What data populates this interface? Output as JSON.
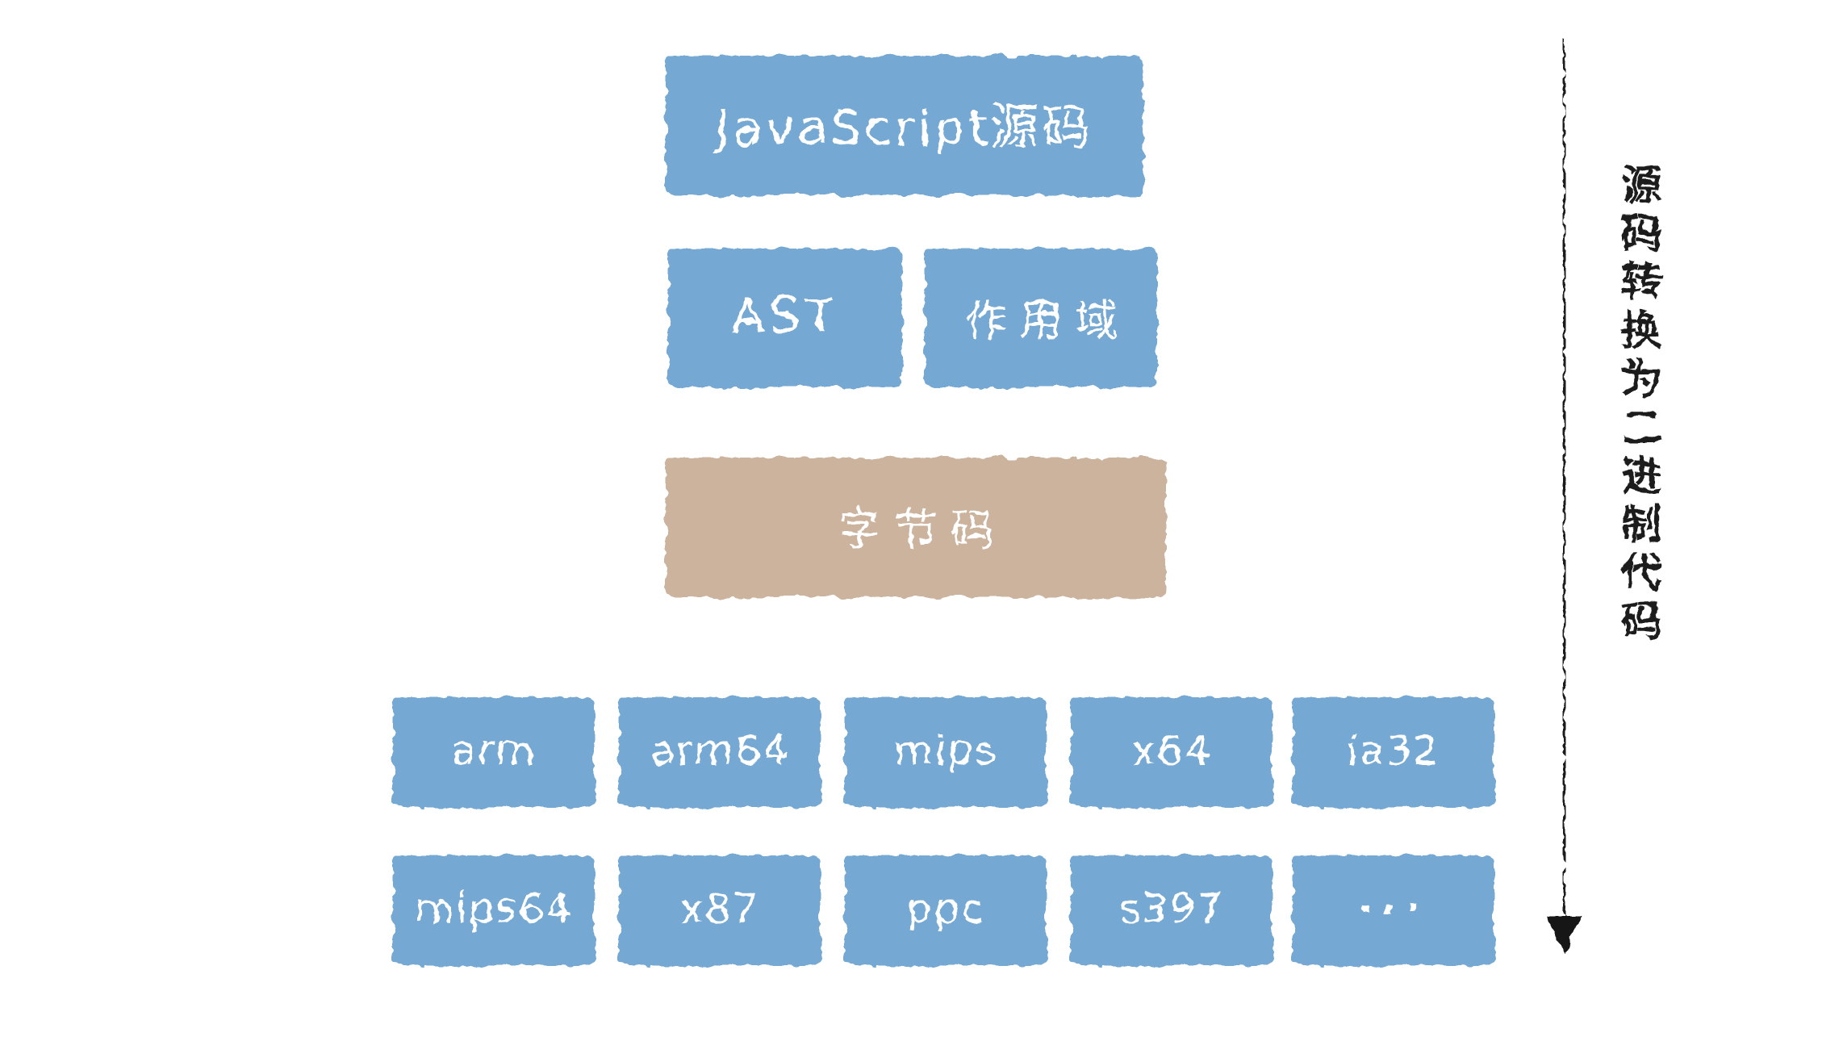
{
  "diagram": {
    "title_hint": "JavaScript compilation pipeline (hand-drawn)",
    "colors": {
      "box_blue": "#74a9d3",
      "box_tan": "#cbb39e",
      "label_text": "#ffffff",
      "ink": "#1c1c1c",
      "background": "#ffffff"
    },
    "levels": {
      "source": {
        "label": "JavaScript源码"
      },
      "parse": [
        {
          "label": "AST"
        },
        {
          "label": "作用域"
        }
      ],
      "bytecode": {
        "label": "字节码"
      },
      "machine_row1": [
        {
          "label": "arm"
        },
        {
          "label": "arm64"
        },
        {
          "label": "mips"
        },
        {
          "label": "x64"
        },
        {
          "label": "ia32"
        }
      ],
      "machine_row2": [
        {
          "label": "mips64"
        },
        {
          "label": "x87"
        },
        {
          "label": "ppc"
        },
        {
          "label": "s397"
        },
        {
          "label": "···"
        }
      ]
    },
    "annotation": {
      "text": "源码转换为二进制代码",
      "arrow_direction": "down"
    }
  }
}
